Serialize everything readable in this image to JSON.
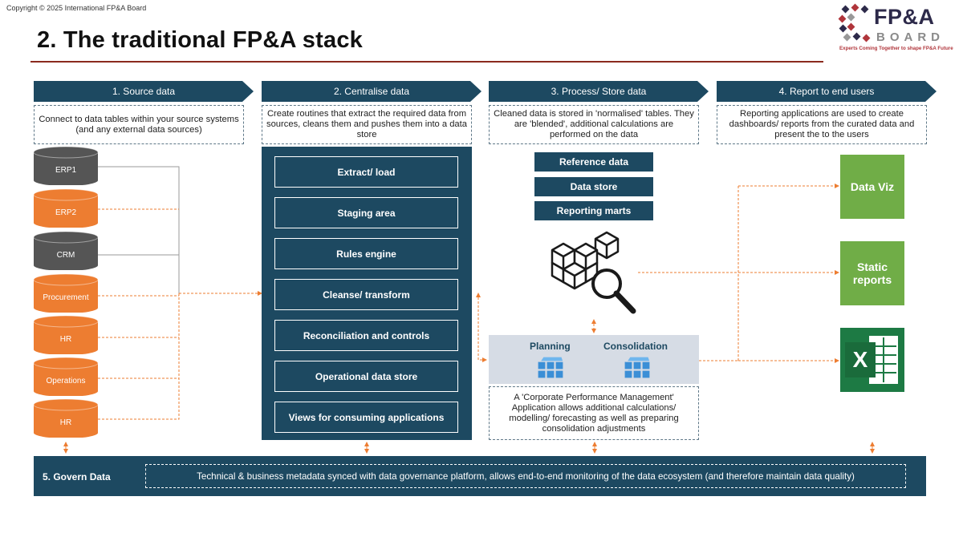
{
  "copyright": "Copyright © 2025 International FP&A Board",
  "title": "2.  The traditional FP&A stack",
  "logo": {
    "line1": "FP&A",
    "line2": "BOARD",
    "tagline": "Experts Coming Together to shape FP&A Future"
  },
  "stages": [
    {
      "label": "1.  Source data",
      "desc": "Connect to data tables within your source systems (and any external data sources)"
    },
    {
      "label": "2.  Centralise data",
      "desc": "Create routines that extract the required data from sources, cleans them and pushes them into a data store"
    },
    {
      "label": "3.  Process/ Store data",
      "desc": "Cleaned data is stored in 'normalised' tables. They are 'blended', additional calculations are performed on the data"
    },
    {
      "label": "4.  Report to end users",
      "desc": "Reporting applications are used to create dashboards/ reports from the curated data and present the to the users"
    }
  ],
  "sources": [
    {
      "label": "ERP1",
      "color": "#555555"
    },
    {
      "label": "ERP2",
      "color": "#ed7d31"
    },
    {
      "label": "CRM",
      "color": "#555555"
    },
    {
      "label": "Procurement",
      "color": "#ed7d31"
    },
    {
      "label": "HR",
      "color": "#ed7d31"
    },
    {
      "label": "Operations",
      "color": "#ed7d31"
    },
    {
      "label": "HR",
      "color": "#ed7d31"
    }
  ],
  "centralise_steps": [
    "Extract/ load",
    "Staging area",
    "Rules engine",
    "Cleanse/ transform",
    "Reconciliation and controls",
    "Operational data store",
    "Views for consuming applications"
  ],
  "store_items": [
    "Reference data",
    "Data store",
    "Reporting marts"
  ],
  "cpm": {
    "planning": "Planning",
    "consolidation": "Consolidation",
    "desc": "A 'Corporate Performance Management' Application allows additional calculations/ modelling/ forecasting as well as preparing consolidation adjustments"
  },
  "reports": {
    "dataviz": "Data Viz",
    "static": "Static reports",
    "excel_glyph": "X"
  },
  "govern": {
    "label": "5.  Govern Data",
    "desc": "Technical & business metadata synced with data governance platform, allows end-to-end monitoring of the data ecosystem (and therefore maintain data quality)"
  },
  "colors": {
    "navy": "#1d4961",
    "orange": "#ed7d31",
    "green": "#70ad47",
    "grey": "#555555",
    "cpm_bg": "#d6dce5",
    "rule": "#8b2a1e"
  }
}
